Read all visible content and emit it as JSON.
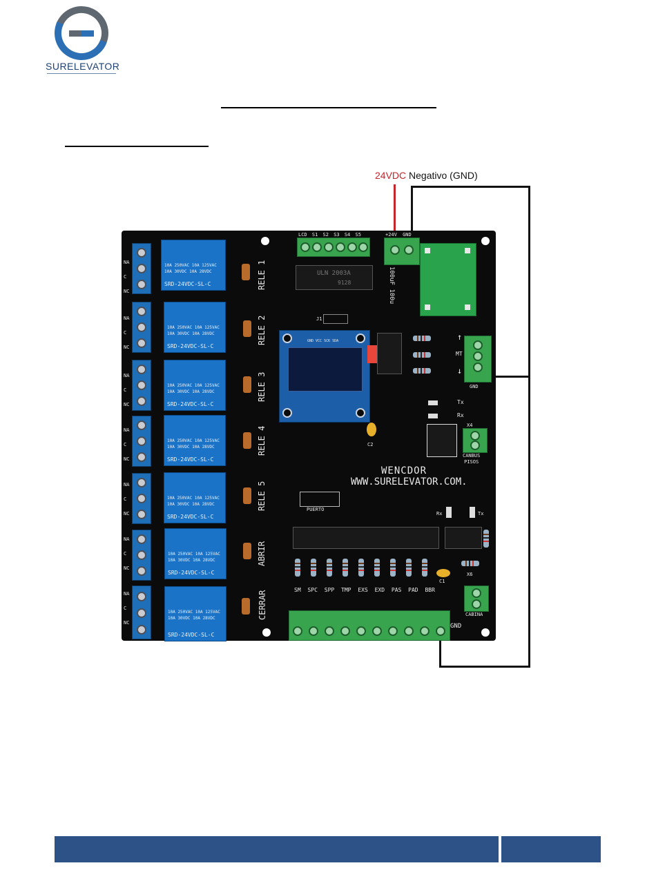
{
  "logo": {
    "wordmark": "SURELEVATOR",
    "brand_color": "#2d5288",
    "accent_color": "#2d6fb5"
  },
  "wiring_labels": {
    "positive": "24VDC",
    "negative": "Negativo (GND)",
    "positive_color": "#c3262b"
  },
  "board": {
    "brand_text": "WENCDOR",
    "url_text": "WWW.SURELEVATOR.COM.",
    "power_terminal": {
      "pin1": "+24V",
      "pin2": "GND"
    },
    "input_header": [
      "LCD",
      "S1",
      "S2",
      "S3",
      "S4",
      "S5"
    ],
    "driver_ic": {
      "part": "ULN 2003A",
      "code": "9128"
    },
    "capacitor_label": "100uF 100u",
    "relays": [
      {
        "contacts": [
          "NA",
          "C",
          "NC"
        ],
        "model": "SRD-24VDC-SL-C",
        "label": "RELE 1",
        "spec": [
          "10A 250VAC  10A 125VAC",
          "10A 30VDC   10A 28VDC"
        ]
      },
      {
        "contacts": [
          "NA",
          "C",
          "NC"
        ],
        "model": "SRD-24VDC-SL-C",
        "label": "RELE 2",
        "spec": [
          "10A 250VAC  10A 125VAC",
          "10A 30VDC   10A 28VDC"
        ]
      },
      {
        "contacts": [
          "NA",
          "C",
          "NC"
        ],
        "model": "SRD-24VDC-SL-C",
        "label": "RELE 3",
        "spec": [
          "10A 250VAC  10A 125VAC",
          "10A 30VDC   10A 28VDC"
        ]
      },
      {
        "contacts": [
          "NA",
          "C",
          "NC"
        ],
        "model": "SRD-24VDC-SL-C",
        "label": "RELE 4",
        "spec": [
          "10A 250VAC  10A 125VAC",
          "10A 30VDC   10A 28VDC"
        ]
      },
      {
        "contacts": [
          "NA",
          "C",
          "NC"
        ],
        "model": "SRD-24VDC-SL-C",
        "label": "RELE 5",
        "spec": [
          "10A 250VAC  10A 125VAC",
          "10A 30VDC   10A 28VDC"
        ]
      },
      {
        "contacts": [
          "NA",
          "C",
          "NC"
        ],
        "model": "SRD-24VDC-SL-C",
        "label": "ABRIR",
        "spec": [
          "10A 250VAC  10A 125VAC",
          "10A 30VDC   10A 28VDC"
        ]
      },
      {
        "contacts": [
          "NA",
          "C",
          "NC"
        ],
        "model": "SRD-24VDC-SL-C",
        "label": "CERRAR",
        "spec": [
          "10A 250VAC  10A 125VAC",
          "10A 30VDC   10A 28VDC"
        ]
      }
    ],
    "oled_pins": "GND VCC SCK SDA",
    "header_label": "J1",
    "diode_c2": "C2",
    "right_terminal_label": "GND",
    "tx_label": "Tx",
    "rx_label": "Rx",
    "x4_label": "X4",
    "bus_pisos": [
      "CANBUS",
      "PISOS"
    ],
    "puerto_label": "PUERTO",
    "x6_label": "X6",
    "c1_label": "C1",
    "cabina_label": "CABINA",
    "inputs": [
      "SM",
      "SPC",
      "SPP",
      "TMP",
      "EXS",
      "EXD",
      "PAS",
      "PAD",
      "BBR"
    ],
    "gnd_label": "GND",
    "arrows": [
      "↑",
      "MT",
      "↓"
    ]
  }
}
